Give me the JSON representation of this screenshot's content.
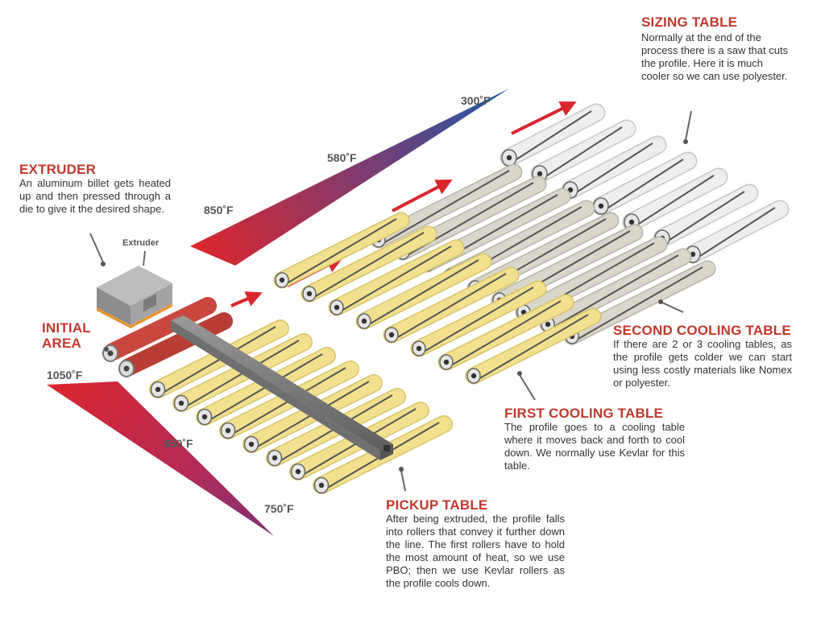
{
  "sections": {
    "sizing": {
      "title": "SIZING TABLE",
      "text": "Normally at the end of the process there is a saw that cuts the profile. Here it is much cooler so we can use polyester."
    },
    "extruder": {
      "title": "EXTRUDER",
      "text": "An aluminum billet gets heated up and then pressed through a die to give it the desired shape."
    },
    "initial": {
      "title_line1": "INITIAL",
      "title_line2": "AREA"
    },
    "second_cooling": {
      "title": "SECOND COOLING TABLE",
      "text": "If there are 2 or 3 cooling tables, as the profile gets colder we can start using less costly materials like Nomex or polyester."
    },
    "first_cooling": {
      "title": "FIRST COOLING TABLE",
      "text": "The profile goes to a cooling table where it moves back and forth to cool down. We normally use Kevlar for this table."
    },
    "pickup": {
      "title": "PICKUP TABLE",
      "text": "After being extruded, the profile falls into rollers that convey it further down the line. The first rollers have to hold the most amount of heat, so we use PBO; then we use Kevlar rollers as the profile cools down."
    }
  },
  "extruder_box_label": "Extruder",
  "temperatures": {
    "top": [
      "850˚F",
      "580˚F",
      "300˚F"
    ],
    "bottom": [
      "1050˚F",
      "850˚F",
      "750˚F"
    ]
  },
  "colors": {
    "heading": "#c0392b",
    "hot": "#d9262c",
    "cold": "#1e5aa8",
    "kevlar": "#f1e08e",
    "nomex": "#d9d6cb",
    "polyester": "#eeeeee",
    "pbo_roll": "#c9473f"
  }
}
